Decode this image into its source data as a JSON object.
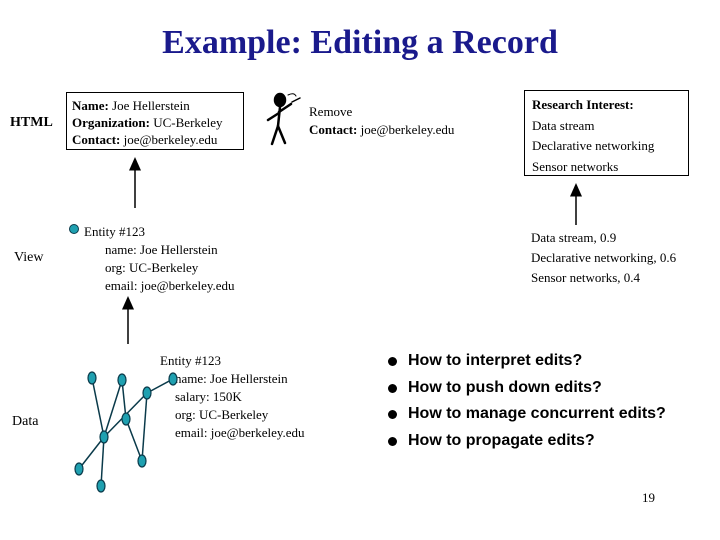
{
  "title": "Example: Editing a Record",
  "layers": {
    "html": "HTML",
    "view": "View",
    "data": "Data"
  },
  "html_box": {
    "name_label": "Name:",
    "name_value": " Joe Hellerstein",
    "org_label": "Organization:",
    "org_value": " UC-Berkeley",
    "contact_label": "Contact:",
    "contact_value": " joe@berkeley.edu"
  },
  "remove": {
    "line1": "Remove",
    "contact_label": "Contact:",
    "contact_value": " joe@berkeley.edu"
  },
  "research_box": {
    "heading": "Research Interest:",
    "items": [
      "Data stream",
      "Declarative networking",
      "Sensor networks"
    ]
  },
  "view_entity": {
    "id": "Entity #123",
    "name": "name: Joe Hellerstein",
    "org": "org: UC-Berkeley",
    "email": "email: joe@berkeley.edu"
  },
  "view_scores": [
    "Data stream, 0.9",
    "Declarative networking, 0.6",
    "Sensor networks, 0.4"
  ],
  "data_entity": {
    "id": "Entity #123",
    "name": "name: Joe Hellerstein",
    "salary": "salary: 150K",
    "org": "org: UC-Berkeley",
    "email": "email:  joe@berkeley.edu"
  },
  "questions": [
    "How to interpret edits?",
    "How to push down edits?",
    "How to manage concurrent edits?",
    "How to propagate edits?"
  ],
  "page_number": "19",
  "colors": {
    "title": "#1a1a8c",
    "node_fill": "#1fa0b0",
    "node_stroke": "#0a3a4a"
  },
  "icons": {
    "editor": "stick-figure-icon"
  }
}
